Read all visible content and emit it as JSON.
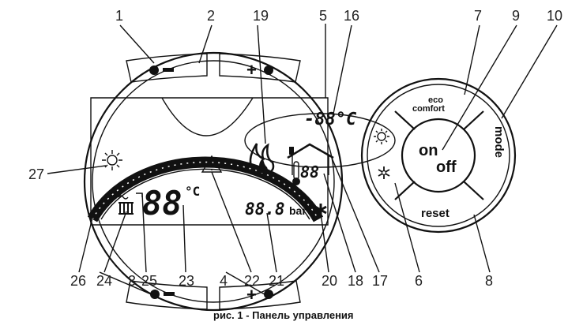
{
  "left_panel": {
    "display": {
      "big_digits": "88",
      "big_unit": "°C",
      "small_digits": "88.8",
      "small_unit": "bar",
      "top_temp": "-88°C"
    }
  },
  "right_panel": {
    "eco_label": "eco",
    "comfort_label": "comfort",
    "on_label": "on",
    "off_label": "off",
    "mode_label": "mode",
    "reset_label": "reset"
  },
  "callouts": {
    "n1": "1",
    "n2": "2",
    "n3": "3",
    "n4": "4",
    "n5": "5",
    "n6": "6",
    "n7": "7",
    "n8": "8",
    "n9": "9",
    "n10": "10",
    "n16": "16",
    "n17": "17",
    "n18": "18",
    "n19": "19",
    "n20": "20",
    "n21": "21",
    "n22": "22",
    "n23": "23",
    "n24": "24",
    "n25": "25",
    "n26": "26",
    "n27": "27"
  },
  "caption": "рис. 1 - Панель управления",
  "icons": [
    "sun-icon",
    "flame-icon",
    "house-icon",
    "thermometer-icon",
    "snowflake-icon",
    "warning-icon",
    "radiator-icon",
    "tap-icon"
  ]
}
